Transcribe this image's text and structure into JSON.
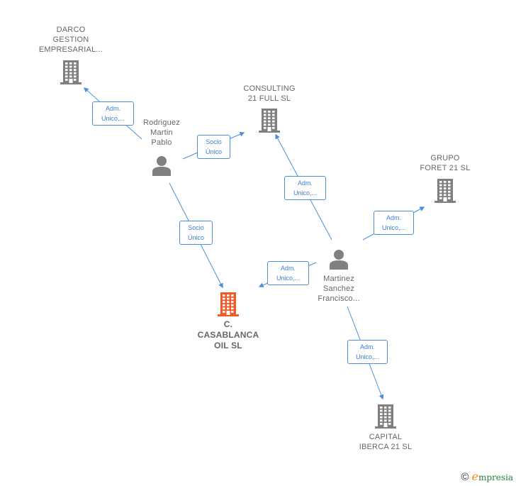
{
  "nodes": {
    "darco": {
      "label": "DARCO\nGESTION\nEMPRESARIAL..."
    },
    "consulting": {
      "label": "CONSULTING\n21 FULL  SL"
    },
    "grupo_foret": {
      "label": "GRUPO\nFORET 21  SL"
    },
    "casablanca": {
      "label": "C.\nCASABLANCA\nOIL  SL"
    },
    "capital_iberca": {
      "label": "CAPITAL\nIBERCA 21  SL"
    },
    "rodriguez": {
      "label": "Rodriguez\nMartin\nPablo"
    },
    "martinez": {
      "label": "Martinez\nSanchez\nFrancisco..."
    }
  },
  "edges": [
    {
      "label": "Adm.\nUnico,..."
    },
    {
      "label": "Socio\nÚnico"
    },
    {
      "label": "Socio\nÚnico"
    },
    {
      "label": "Adm.\nUnico,..."
    },
    {
      "label": "Adm.\nUnico,..."
    },
    {
      "label": "Adm.\nUnico,..."
    },
    {
      "label": "Adm.\nUnico,..."
    }
  ],
  "colors": {
    "company": "#808080",
    "main_company": "#f05a28",
    "person": "#808080",
    "edge": "#4a90d9"
  },
  "footer": {
    "copyright": "©",
    "brand_first": "e",
    "brand_rest": "mpresia"
  }
}
